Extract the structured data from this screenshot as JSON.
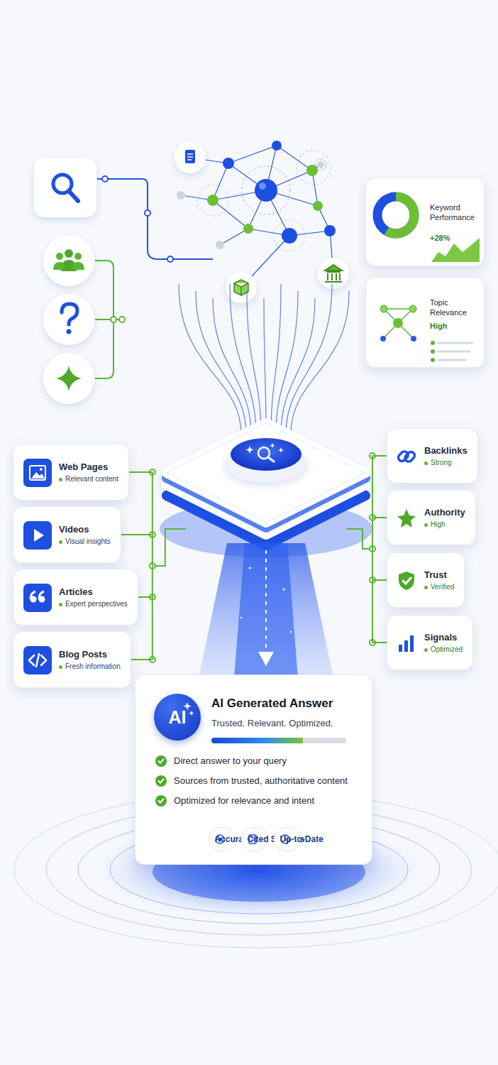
{
  "diagram": {
    "nodes": [
      {
        "text": [
          "Keyword Performance",
          "+28%"
        ]
      },
      {
        "text": [
          "Topic Relevance",
          "High"
        ]
      },
      {
        "text": [
          "Web Pages",
          "Relevant content"
        ]
      },
      {
        "text": [
          "Videos",
          "Visual insights"
        ]
      },
      {
        "text": [
          "Articles",
          "Expert perspectives"
        ]
      },
      {
        "text": [
          "Blog Posts",
          "Fresh information"
        ]
      },
      {
        "text": [
          "Backlinks",
          "Strong"
        ]
      },
      {
        "text": [
          "Authority",
          "High"
        ]
      },
      {
        "text": [
          "Trust",
          "Verified"
        ]
      },
      {
        "text": [
          "Signals",
          "Optimized"
        ]
      },
      {
        "text": [
          "AI Generated Answer",
          "Trusted. Relevant. Optimized.",
          "Direct answer to your query",
          "Sources from trusted, authoritative content",
          "Optimized for relevance and intent"
        ]
      },
      {
        "text": [
          "AI"
        ],
        "in": 10
      },
      {
        "text": [
          "Accurate"
        ],
        "in": 10
      },
      {
        "text": [
          "Cited Sources"
        ],
        "in": 10
      },
      {
        "text": [
          "Up-to-Date"
        ],
        "in": 10
      }
    ],
    "edges": [
      {
        "from": 2,
        "to": 3,
        "arrow": "none"
      },
      {
        "from": 3,
        "to": 4,
        "arrow": "none"
      },
      {
        "from": 4,
        "to": 5,
        "arrow": "none"
      },
      {
        "from": 6,
        "to": 7,
        "arrow": "none"
      },
      {
        "from": 7,
        "to": 8,
        "arrow": "none"
      },
      {
        "from": 8,
        "to": 9,
        "arrow": "none"
      }
    ]
  }
}
